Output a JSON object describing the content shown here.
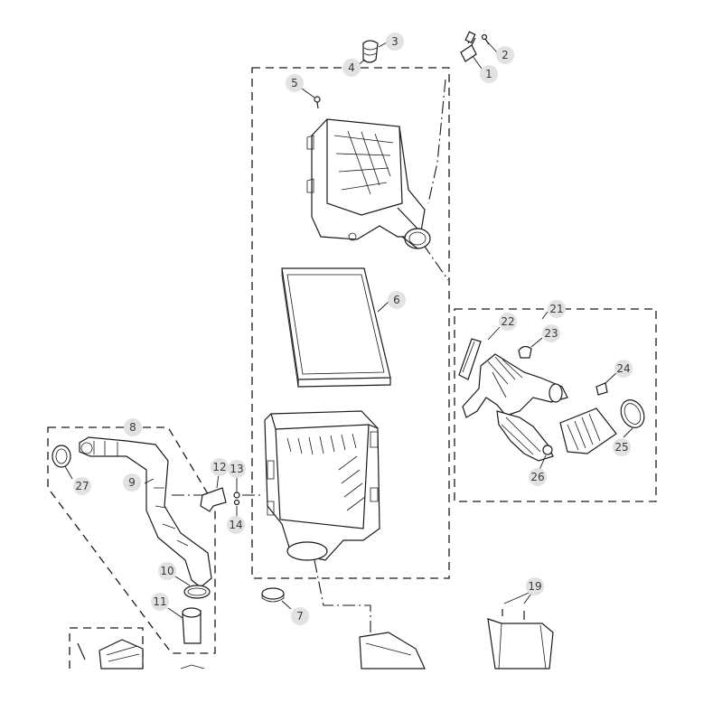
{
  "callouts": [
    {
      "id": "1",
      "label": "1"
    },
    {
      "id": "2",
      "label": "2"
    },
    {
      "id": "3",
      "label": "3"
    },
    {
      "id": "4",
      "label": "4"
    },
    {
      "id": "5",
      "label": "5"
    },
    {
      "id": "6",
      "label": "6"
    },
    {
      "id": "7",
      "label": "7"
    },
    {
      "id": "8",
      "label": "8"
    },
    {
      "id": "9",
      "label": "9"
    },
    {
      "id": "10",
      "label": "10"
    },
    {
      "id": "11",
      "label": "11"
    },
    {
      "id": "12",
      "label": "12"
    },
    {
      "id": "13",
      "label": "13"
    },
    {
      "id": "14",
      "label": "14"
    },
    {
      "id": "19",
      "label": "19"
    },
    {
      "id": "21",
      "label": "21"
    },
    {
      "id": "22",
      "label": "22"
    },
    {
      "id": "23",
      "label": "23"
    },
    {
      "id": "24",
      "label": "24"
    },
    {
      "id": "25",
      "label": "25"
    },
    {
      "id": "26",
      "label": "26"
    },
    {
      "id": "27",
      "label": "27"
    }
  ]
}
